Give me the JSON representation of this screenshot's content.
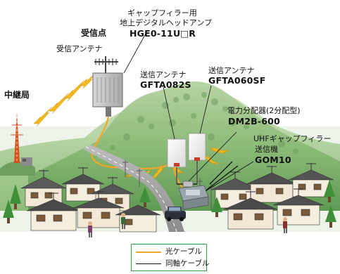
{
  "labels": {
    "gapfiller_amp_line1": "ギャップフィラー用",
    "gapfiller_amp_line2": "地上デジタルヘッドアンプ",
    "gapfiller_amp_model": "HGE0-11U□R",
    "receive_point": "受信点",
    "receive_antenna": "受信アンテナ",
    "relay_station": "中継局",
    "tx_antenna_left": "送信アンテナ",
    "tx_antenna_left_model": "GFTA082S",
    "tx_antenna_right": "送信アンテナ",
    "tx_antenna_right_model": "GFTA060SF",
    "divider": "電力分配器(2分配型)",
    "divider_model": "DM2B-600",
    "transmitter_line1": "UHFギャップフィラー",
    "transmitter_line2": "送信機",
    "transmitter_model": "GOM10"
  },
  "legend": {
    "optical_cable": "光ケーブル",
    "coax_cable": "同軸ケーブル"
  },
  "colors": {
    "optical": "#f5a623",
    "coax": "#111111",
    "mountain": "#7fae6a",
    "sky_bolt": "#f3b81b",
    "legend_border": "#2e9e3e"
  }
}
